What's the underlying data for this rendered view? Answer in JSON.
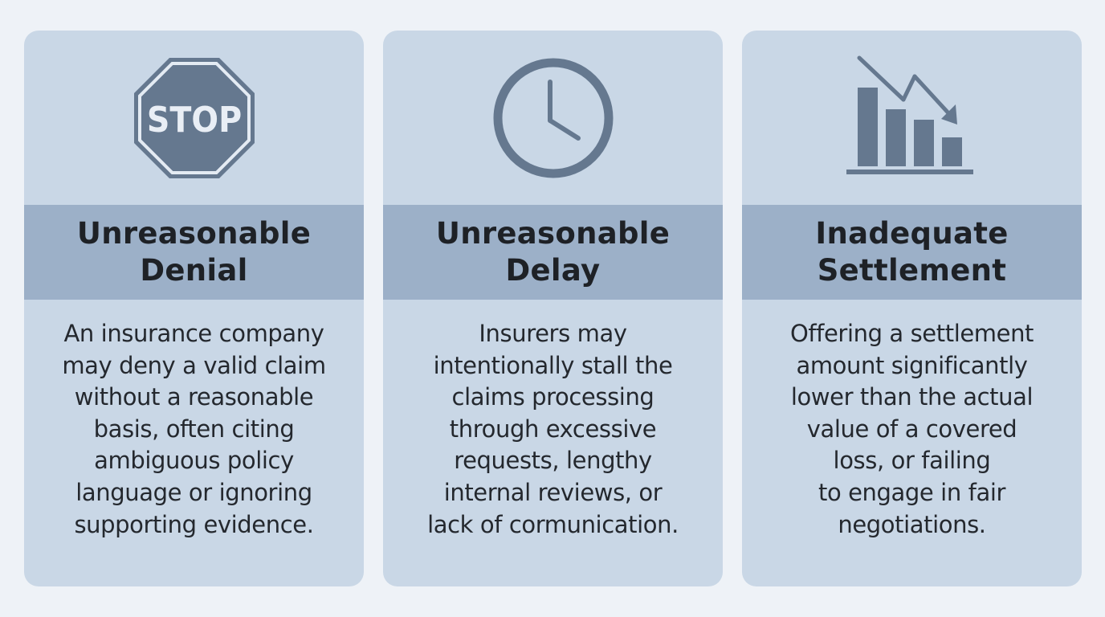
{
  "colors": {
    "page_background": "#eef2f7",
    "card_background": "#c9d7e6",
    "title_band": "#9cb0c8",
    "icon": "#65788f",
    "text": "#1e2126"
  },
  "cards": [
    {
      "icon": "stop-sign-icon",
      "icon_text": "STOP",
      "title_lines": [
        "Unreasonable",
        "Denial"
      ],
      "body_lines": [
        "An insurance company",
        "may deny a valid claim",
        "without a reasonable",
        "basis, often citing",
        "ambiguous policy",
        "language or ignoring",
        "supporting evidence."
      ]
    },
    {
      "icon": "clock-icon",
      "title_lines": [
        "Unreasonable",
        "Delay"
      ],
      "body_lines": [
        "Insurers may",
        "intentionally stall the",
        "claims processing",
        "through excessive",
        "requests, lengthy",
        "internal reviews, or",
        "lack of cormunication."
      ]
    },
    {
      "icon": "declining-bar-chart-icon",
      "title_lines": [
        "Inadequate",
        "Settlement"
      ],
      "body_lines": [
        "Offering a settlement",
        "amount significantly",
        "lower than the actual",
        "value of a covered",
        "loss, or failing",
        "to engage in fair",
        "negotiations."
      ]
    }
  ]
}
